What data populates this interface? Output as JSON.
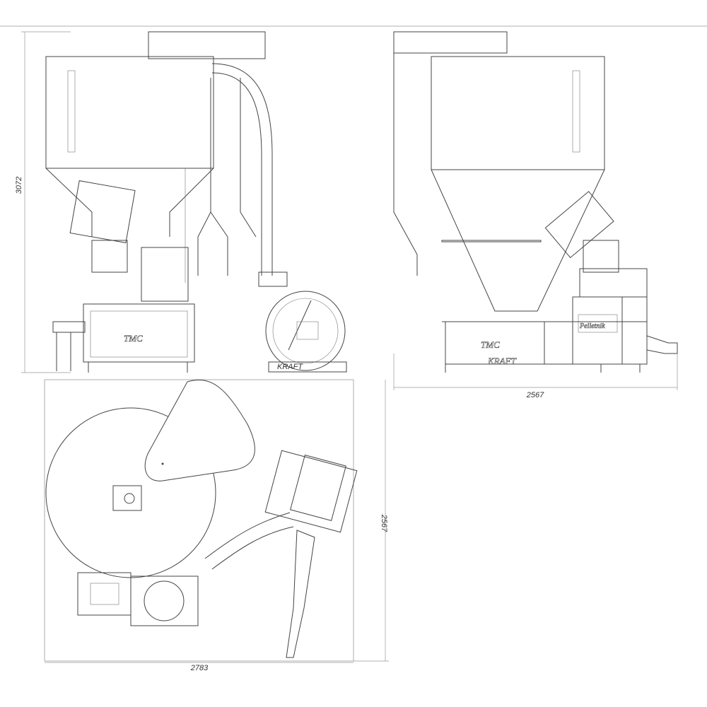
{
  "dimensions": {
    "side_height": "3072",
    "front_width": "2567",
    "plan_width": "2783",
    "plan_depth": "2567"
  },
  "logos": {
    "tmc": "TMC",
    "pelletnik": "Pelletnik",
    "kraft": "KRAFT"
  }
}
